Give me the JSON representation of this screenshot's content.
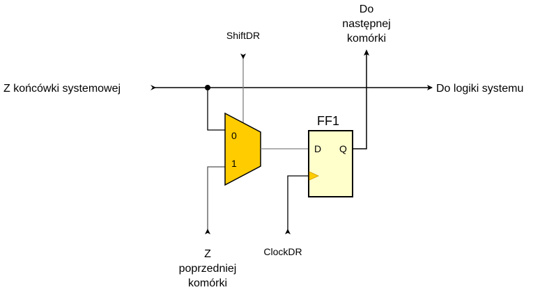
{
  "labels": {
    "input_left": "Z końcówki systemowej",
    "output_right": "Do logiki systemu",
    "shift_dr": "ShiftDR",
    "next_cell": [
      "Do",
      "następnej",
      "komórki"
    ],
    "prev_cell": [
      "Z",
      "poprzedniej",
      "komórki"
    ],
    "clock_dr": "ClockDR",
    "ff_name": "FF1",
    "mux_in0": "0",
    "mux_in1": "1",
    "ff_d": "D",
    "ff_q": "Q"
  },
  "colors": {
    "mux_fill": "#FFCC00",
    "ff_fill": "#FFFFCC",
    "wire": "#000000",
    "wire_gray": "#808080"
  }
}
